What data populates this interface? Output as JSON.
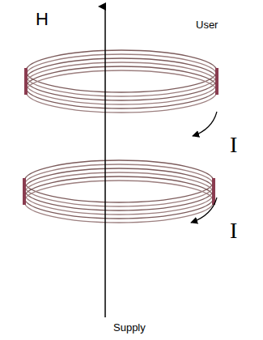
{
  "diagram": {
    "labels": [
      "H",
      "User",
      "I",
      "I",
      "Supply"
    ]
  }
}
